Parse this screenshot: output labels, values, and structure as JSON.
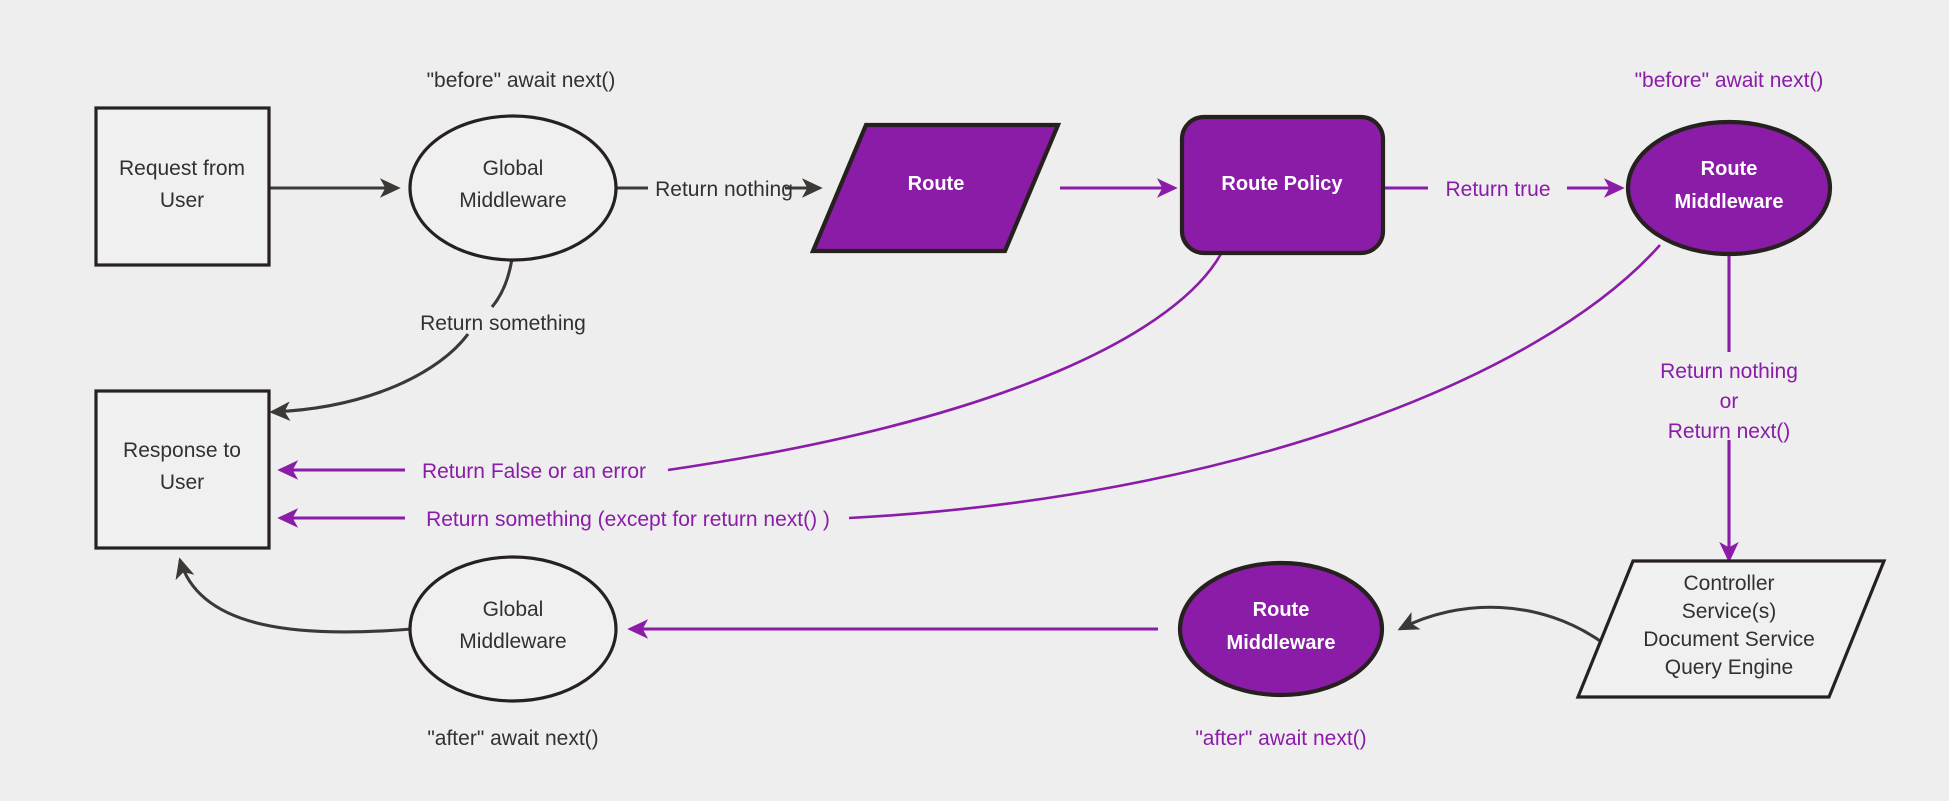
{
  "diagram": {
    "title": "Request / Middleware lifecycle flow",
    "background_color": "#eeeeee",
    "accent_color": "#8a1ca8",
    "dark_color": "#33312f"
  },
  "nodes": {
    "request_from_user": {
      "label_line1": "Request from",
      "label_line2": "User",
      "shape": "rectangle",
      "style": "plain"
    },
    "global_middleware_top": {
      "label_line1": "Global",
      "label_line2": "Middleware",
      "shape": "ellipse",
      "style": "plain"
    },
    "route": {
      "label_line1": "Route",
      "shape": "parallelogram",
      "style": "purple"
    },
    "route_policy": {
      "label_line1": "Route Policy",
      "shape": "rounded-rectangle",
      "style": "purple"
    },
    "route_middleware_top": {
      "label_line1": "Route",
      "label_line2": "Middleware",
      "shape": "ellipse",
      "style": "purple"
    },
    "response_to_user": {
      "label_line1": "Response to",
      "label_line2": "User",
      "shape": "rectangle",
      "style": "plain"
    },
    "global_middleware_bottom": {
      "label_line1": "Global",
      "label_line2": "Middleware",
      "shape": "ellipse",
      "style": "plain"
    },
    "route_middleware_bottom": {
      "label_line1": "Route",
      "label_line2": "Middleware",
      "shape": "ellipse",
      "style": "purple"
    },
    "controller_services": {
      "label_line1": "Controller",
      "label_line2": "Service(s)",
      "label_line3": "Document Service",
      "label_line4": "Query Engine",
      "shape": "parallelogram",
      "style": "plain"
    }
  },
  "annotations": {
    "before_await_next_global": {
      "text": "\"before\" await next()",
      "color": "dark"
    },
    "before_await_next_route": {
      "text": "\"before\" await next()",
      "color": "purple"
    },
    "after_await_next_global": {
      "text": "\"after\" await next()",
      "color": "dark"
    },
    "after_await_next_route": {
      "text": "\"after\" await next()",
      "color": "purple"
    }
  },
  "edge_labels": {
    "return_nothing_global": {
      "text": "Return nothing",
      "color": "dark"
    },
    "return_something_global": {
      "text": "Return something",
      "color": "dark"
    },
    "return_true": {
      "text": "Return true",
      "color": "purple"
    },
    "return_false_or_error": {
      "text": "Return False or an error",
      "color": "purple"
    },
    "return_something_except_next": {
      "text": "Return something (except for return next() )",
      "color": "purple"
    },
    "return_nothing_or_next_line1": {
      "text": "Return nothing",
      "color": "purple"
    },
    "return_nothing_or_next_line2": {
      "text": "or",
      "color": "purple"
    },
    "return_nothing_or_next_line3": {
      "text": "Return next()",
      "color": "purple"
    }
  }
}
